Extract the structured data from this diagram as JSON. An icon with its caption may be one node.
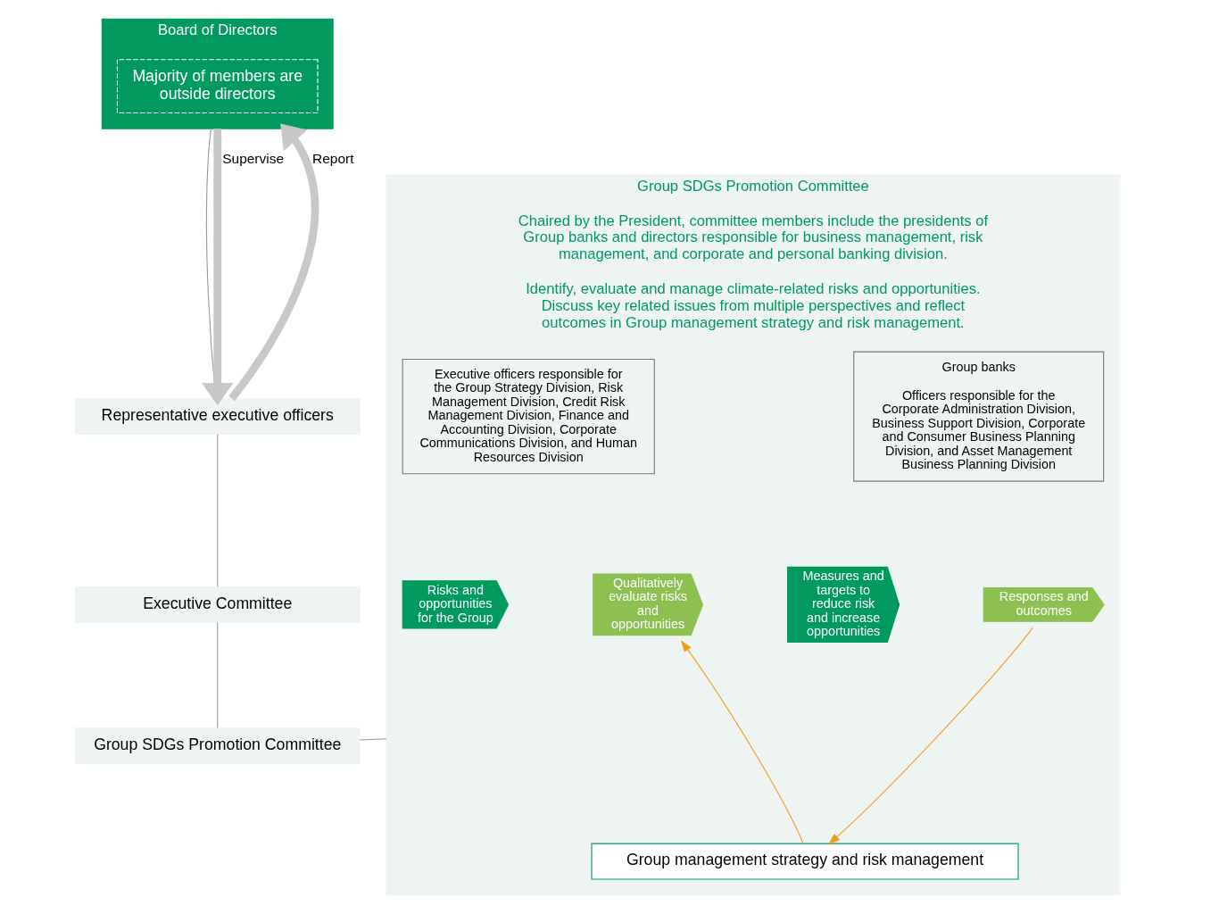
{
  "diagram": {
    "nodes": [
      {
        "text": [
          "Board of Directors"
        ]
      },
      {
        "text": [
          "Majority of members are outside directors"
        ],
        "in": 0
      },
      {
        "text": [
          "Representative executive officers"
        ]
      },
      {
        "text": [
          "Executive Committee"
        ]
      },
      {
        "text": [
          "Group SDGs Promotion Committee"
        ]
      },
      {
        "text": [
          "Group SDGs Promotion Committee",
          "Chaired by the President, committee members include the presidents of Group banks and directors responsible for business management, risk management, and corporate and personal banking division.",
          "Identify, evaluate and manage climate-related risks and opportunities. Discuss key related issues from multiple perspectives and reflect outcomes in Group management strategy and risk management."
        ]
      },
      {
        "text": [
          "Executive officers responsible for the Group Strategy Division, Risk Management Division, Credit Risk Management Division, Finance and Accounting Division, Corporate Communications Division, and Human Resources Division"
        ],
        "in": 5
      },
      {
        "text": [
          "Group banks",
          "Officers responsible for the Corporate Administration Division, Business Support Division, Corporate and Consumer Business Planning Division, and Asset Management Business Planning Division"
        ],
        "in": 5
      },
      {
        "text": [
          "Risks and opportunities for the Group"
        ],
        "in": 5
      },
      {
        "text": [
          "Qualitatively evaluate risks and opportunities"
        ],
        "in": 5
      },
      {
        "text": [
          "Measures and targets to reduce risk and increase opportunities"
        ],
        "in": 5
      },
      {
        "text": [
          "Responses and outcomes"
        ],
        "in": 5
      },
      {
        "text": [
          "Group management strategy and risk management"
        ],
        "in": 5
      }
    ],
    "edges": [
      {
        "from": 0,
        "to": 2,
        "arrow": "none"
      },
      {
        "from": 0,
        "to": 2,
        "arrow": "to",
        "label": "Supervise",
        "style": "thick",
        "color": "#c8c8c8"
      },
      {
        "from": 2,
        "to": 0,
        "arrow": "to",
        "label": "Report",
        "style": "thick",
        "color": "#c8c8c8"
      },
      {
        "from": 2,
        "to": 3,
        "arrow": "none"
      },
      {
        "from": 3,
        "to": 4,
        "arrow": "none"
      },
      {
        "from": 4,
        "to": 5,
        "arrow": "none"
      },
      {
        "from": 12,
        "to": 9,
        "arrow": "to",
        "color": "#f39a1e"
      },
      {
        "from": 11,
        "to": 12,
        "arrow": "to",
        "color": "#f39a1e"
      }
    ]
  }
}
